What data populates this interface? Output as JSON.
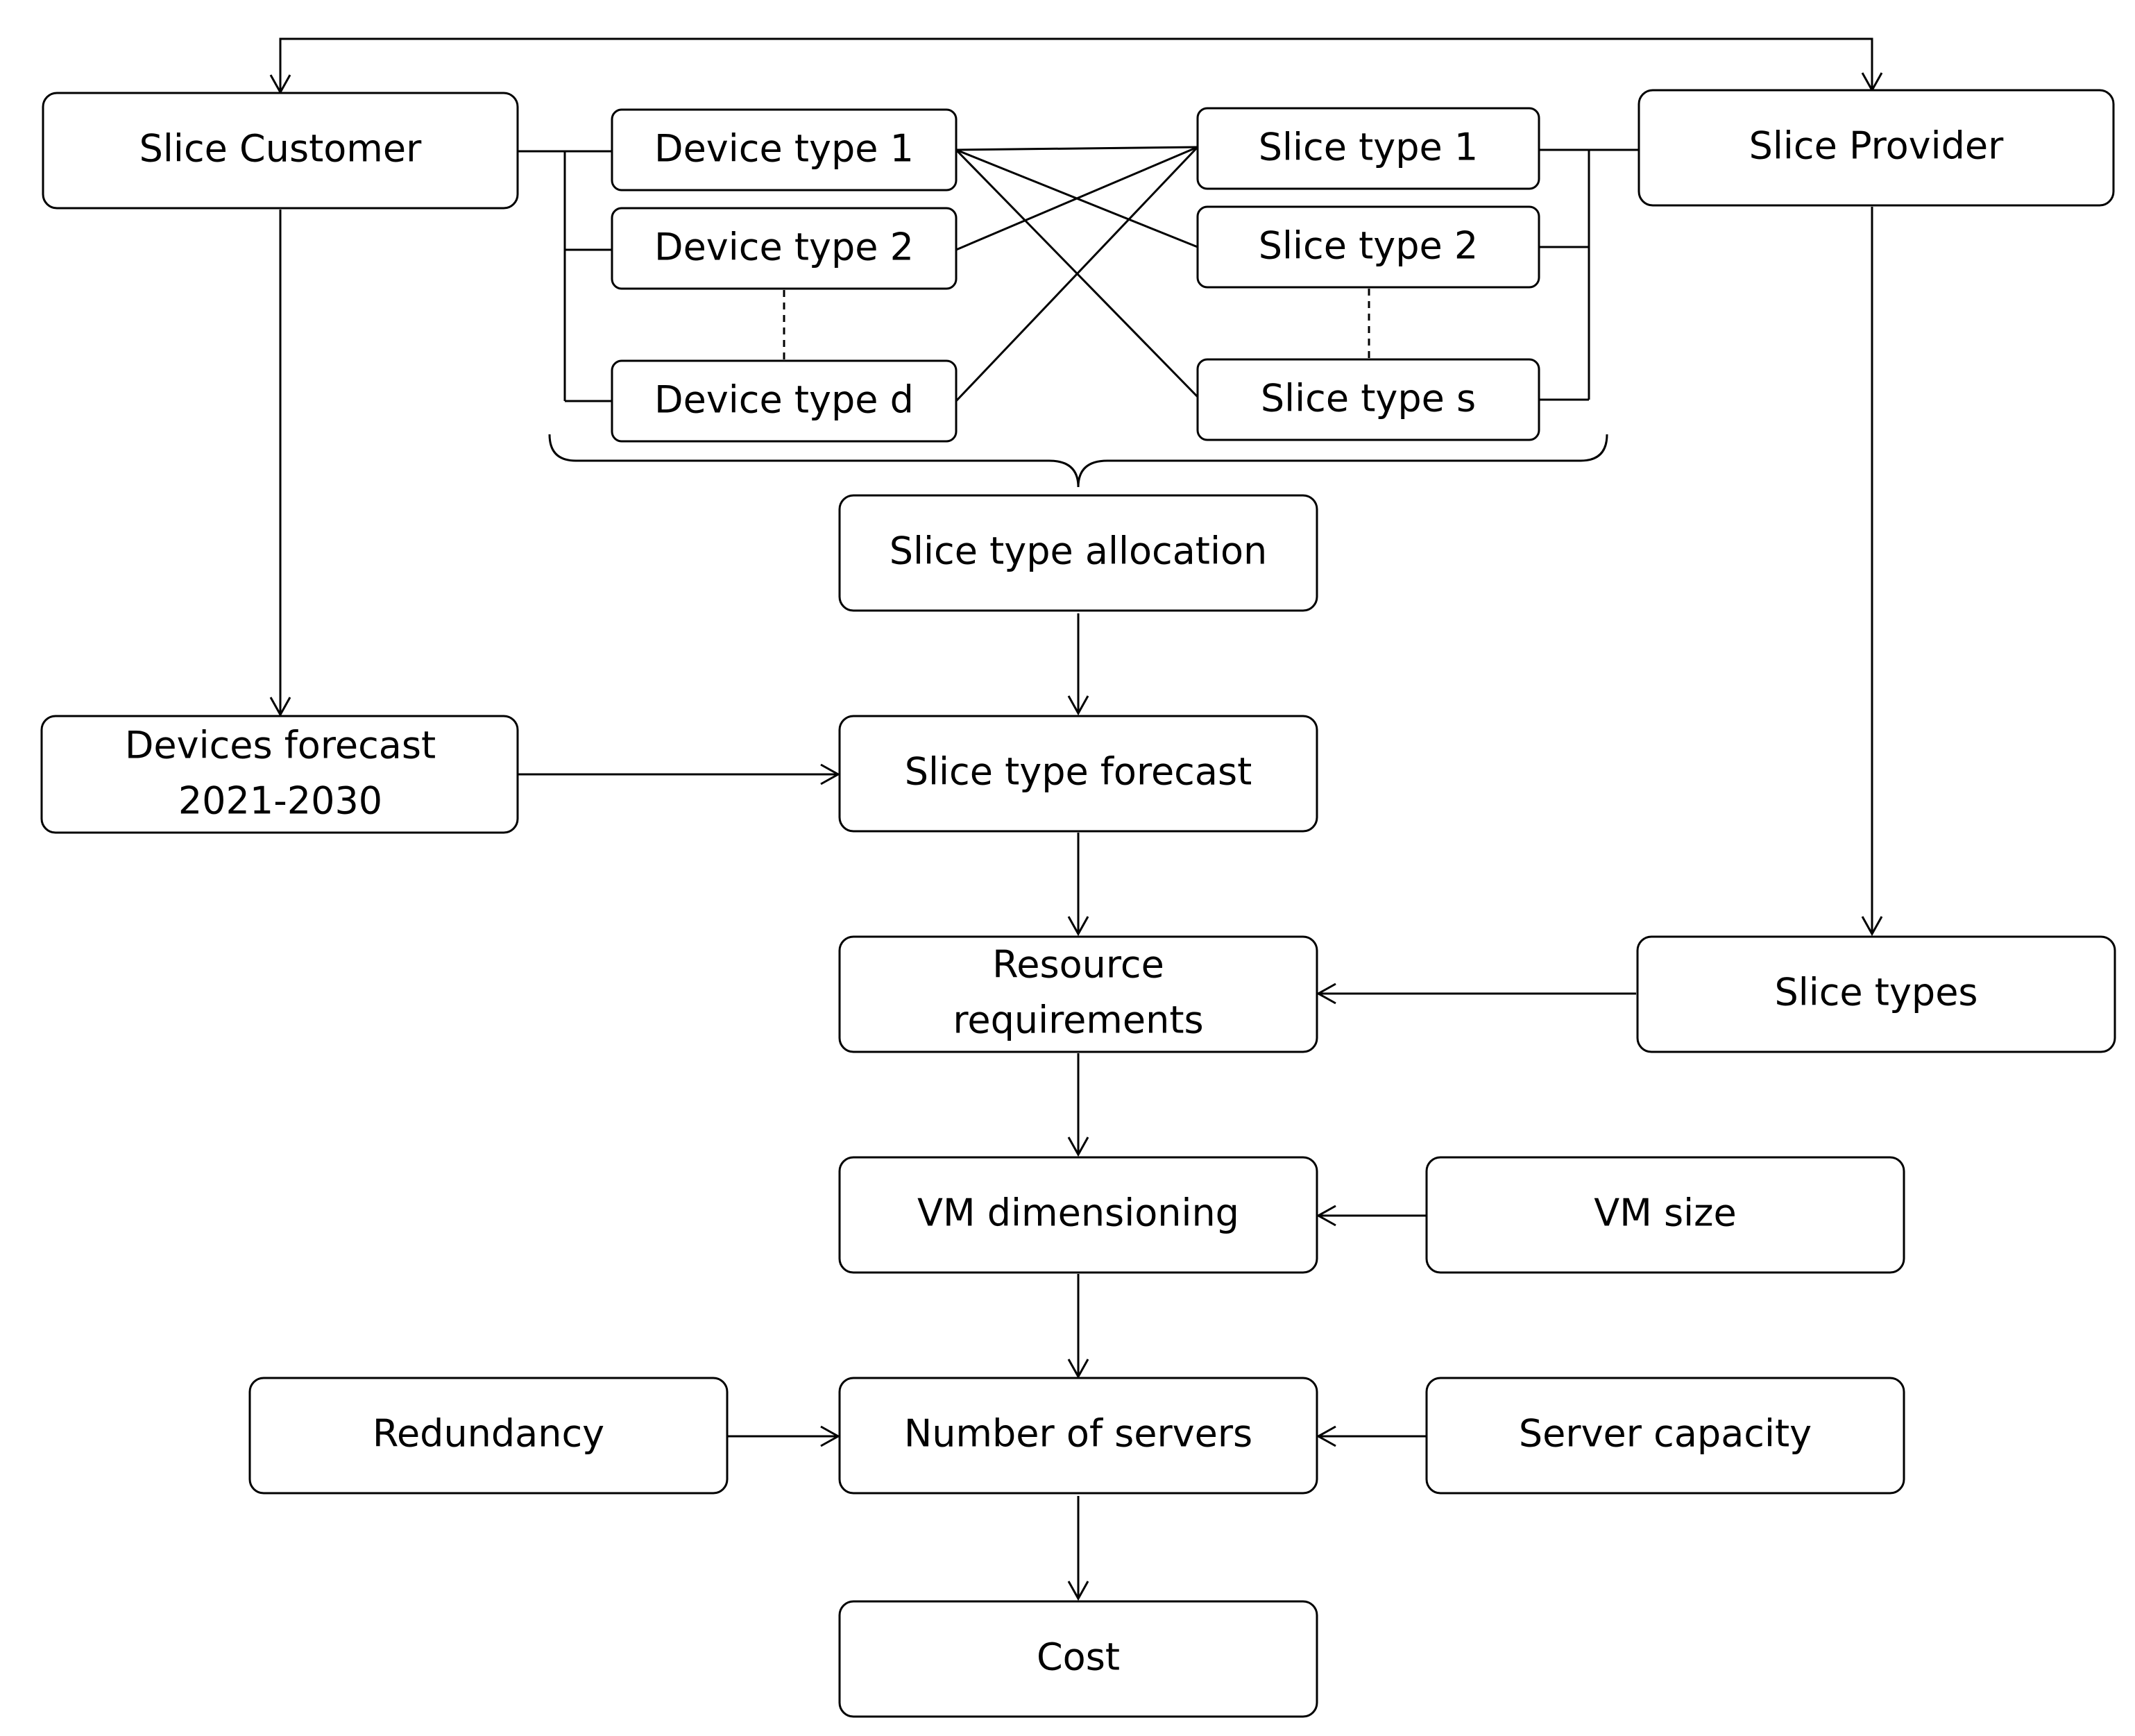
{
  "nodes": {
    "slice_customer": "Slice Customer",
    "slice_provider": "Slice Provider",
    "device_type_1": "Device type 1",
    "device_type_2": "Device type 2",
    "device_type_d": "Device type d",
    "slice_type_1": "Slice type 1",
    "slice_type_2": "Slice type 2",
    "slice_type_s": "Slice type s",
    "slice_type_allocation": "Slice type allocation",
    "devices_forecast_line1": "Devices forecast",
    "devices_forecast_line2": "2021-2030",
    "slice_type_forecast": "Slice type forecast",
    "resource_requirements_line1": "Resource",
    "resource_requirements_line2": "requirements",
    "slice_types": "Slice types",
    "vm_dimensioning": "VM dimensioning",
    "vm_size": "VM size",
    "redundancy": "Redundancy",
    "number_of_servers": "Number of servers",
    "server_capacity": "Server capacity",
    "cost": "Cost"
  }
}
